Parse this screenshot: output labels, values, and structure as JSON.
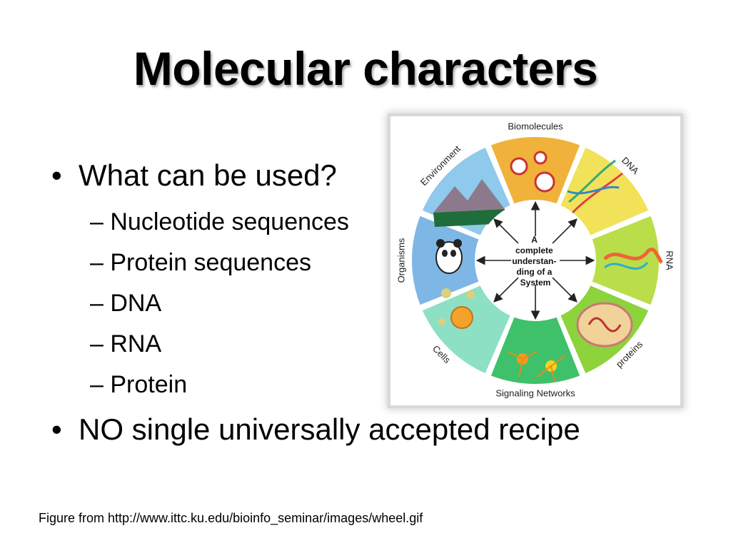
{
  "slide": {
    "title": "Molecular characters",
    "bullets": [
      {
        "text": "What can be used?"
      },
      {
        "text": "NO single universally accepted recipe"
      }
    ],
    "sub_bullets": [
      "Nucleotide sequences",
      "Protein sequences",
      "DNA",
      "RNA",
      "Protein"
    ],
    "bullet_glyph": "•",
    "dash_glyph": "–",
    "caption": "Figure from http://www.ittc.ku.edu/bioinfo_seminar/images/wheel.gif"
  },
  "wheel": {
    "center_lines": [
      "A",
      "complete",
      "understan-",
      "ding of a",
      "System"
    ],
    "segments": [
      {
        "label": "Biomolecules",
        "color": "#F0B23A"
      },
      {
        "label": "DNA",
        "color": "#F2E25A"
      },
      {
        "label": "RNA",
        "color": "#B9DE4A"
      },
      {
        "label": "proteins",
        "color": "#8CD33C"
      },
      {
        "label": "Signaling Networks",
        "color": "#3FC06A"
      },
      {
        "label": "Cells",
        "color": "#8DE0C4"
      },
      {
        "label": "Organisms",
        "color": "#7EB7E6"
      },
      {
        "label": "Environment",
        "color": "#8FC9EC"
      }
    ]
  }
}
